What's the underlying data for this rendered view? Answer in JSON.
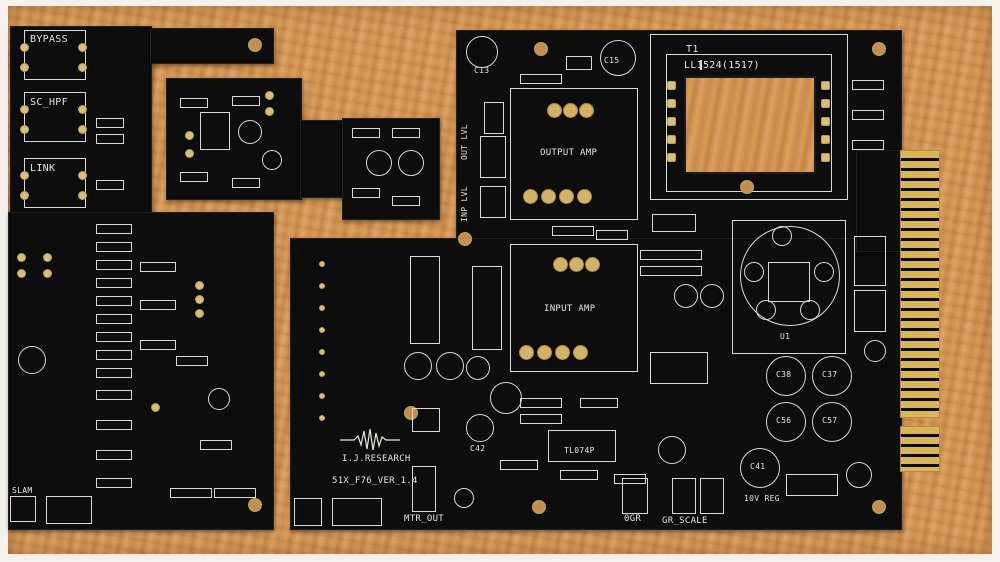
{
  "labels": {
    "bypass": "BYPASS",
    "sc_hpf": "SC_HPF",
    "link": "LINK",
    "slam": "SLAM",
    "output_amp": "OUTPUT AMP",
    "input_amp": "INPUT AMP",
    "transformer_ref": "T1",
    "transformer_part": "LL1524(1517)",
    "brand": "I.J.RESEARCH",
    "version": "51X_F76_VER_1.4",
    "mtr_out": "MTR_OUT",
    "gr_scale": "GR_SCALE",
    "ogr": "0GR",
    "reg": "10V REG",
    "ic": "TL074P",
    "cap_c13": "C13",
    "cap_c15": "C15",
    "out_lvl": "OUT LVL",
    "inp_lvl": "INP LVL",
    "ic_u1": "U1",
    "cap_c42": "C42",
    "cap_c41": "C41",
    "cap_c56": "C56",
    "cap_c57": "C57",
    "cap_c38": "C38",
    "cap_c37": "C37"
  }
}
